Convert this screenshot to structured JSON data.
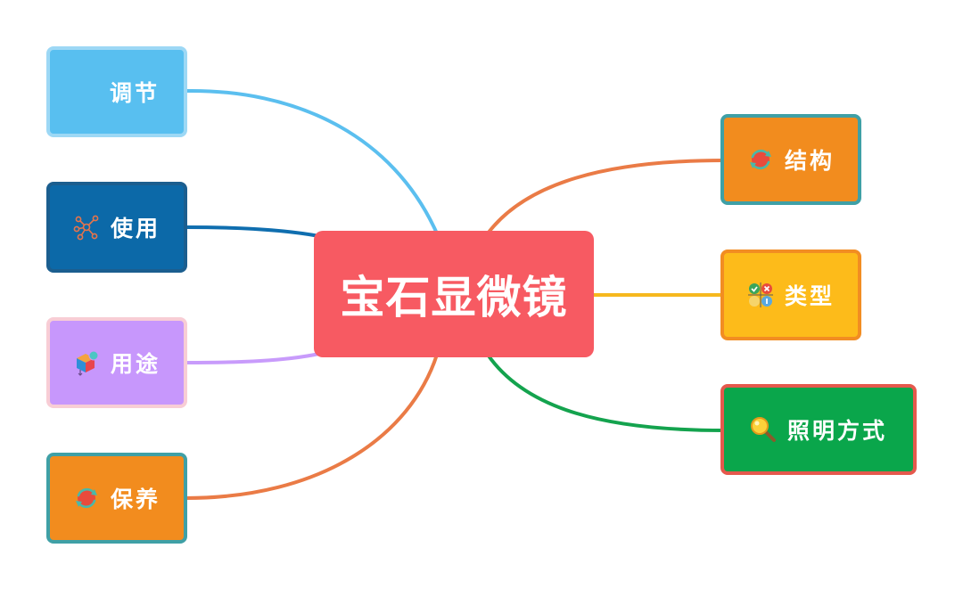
{
  "colors": {
    "center_fill": "#f75a62",
    "tiaojie_fill": "#58bff0",
    "tiaojie_border": "#9dd8f5",
    "tiaojie_line": "#5bbfef",
    "shiyong_fill": "#0c69a8",
    "shiyong_border": "#1b5e8f",
    "shiyong_line": "#0f6eaf",
    "yongtu_fill": "#c797fc",
    "yongtu_border": "#f8cdd5",
    "yongtu_line": "#c89bfb",
    "baoyang_fill": "#f28c1e",
    "baoyang_border": "#3fa0a6",
    "baoyang_line": "#ea7b46",
    "jiegou_fill": "#f28c1e",
    "jiegou_border": "#3fa0a6",
    "jiegou_line": "#ea7b46",
    "leixing_fill": "#fdbb1a",
    "leixing_border": "#f28d22",
    "leixing_line": "#f6b81e",
    "zhaoming_fill": "#0aa64b",
    "zhaoming_border": "#e5594d",
    "zhaoming_line": "#14a34e"
  },
  "center": {
    "label": "宝石显微镜"
  },
  "branches": {
    "tiaojie": {
      "label": "调节"
    },
    "shiyong": {
      "label": "使用",
      "icon": "network-icon"
    },
    "yongtu": {
      "label": "用途",
      "icon": "cube-icon"
    },
    "baoyang": {
      "label": "保养",
      "icon": "refresh-icon"
    },
    "jiegou": {
      "label": "结构",
      "icon": "refresh-icon"
    },
    "leixing": {
      "label": "类型",
      "icon": "check-grid-icon"
    },
    "zhaoming": {
      "label": "照明方式",
      "icon": "magnifier-icon"
    }
  }
}
